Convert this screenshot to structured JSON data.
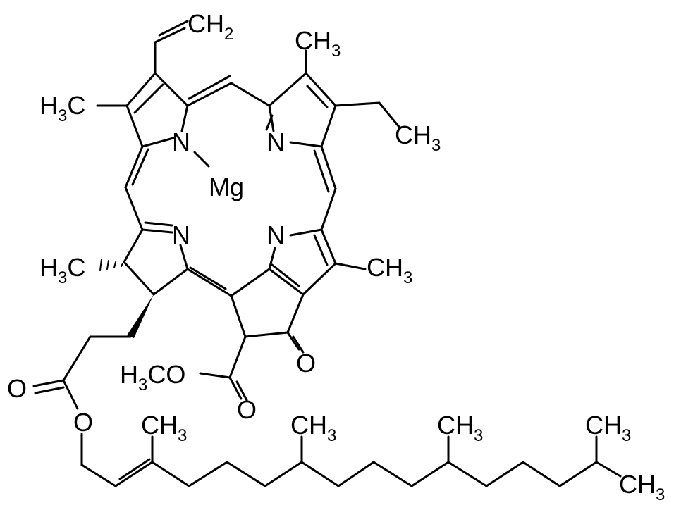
{
  "molecule": {
    "labels": {
      "vinyl": [
        "CH",
        "2"
      ],
      "methyl_top_right": [
        "CH",
        "3"
      ],
      "methyl_left": [
        "H",
        "3",
        "C"
      ],
      "ethyl": [
        "CH",
        "3"
      ],
      "metal": "Mg",
      "n_ring_a": "N",
      "n_ring_b": "N",
      "n_ring_c": "N",
      "n_ring_d": "N",
      "methyl_ring_d": [
        "H",
        "3",
        "C"
      ],
      "methyl_ring_c": [
        "CH",
        "3"
      ],
      "ketone_o": "O",
      "methoxy": [
        "H",
        "3",
        "CO"
      ],
      "ester_o_carbonyl": "O",
      "ester_o_left": "O",
      "ester_o_link": "O",
      "phytyl_me1": [
        "CH",
        "3"
      ],
      "phytyl_me2": [
        "CH",
        "3"
      ],
      "phytyl_me3": [
        "CH",
        "3"
      ],
      "phytyl_me4": [
        "CH",
        "3"
      ],
      "phytyl_me5": [
        "CH",
        "3"
      ]
    }
  }
}
